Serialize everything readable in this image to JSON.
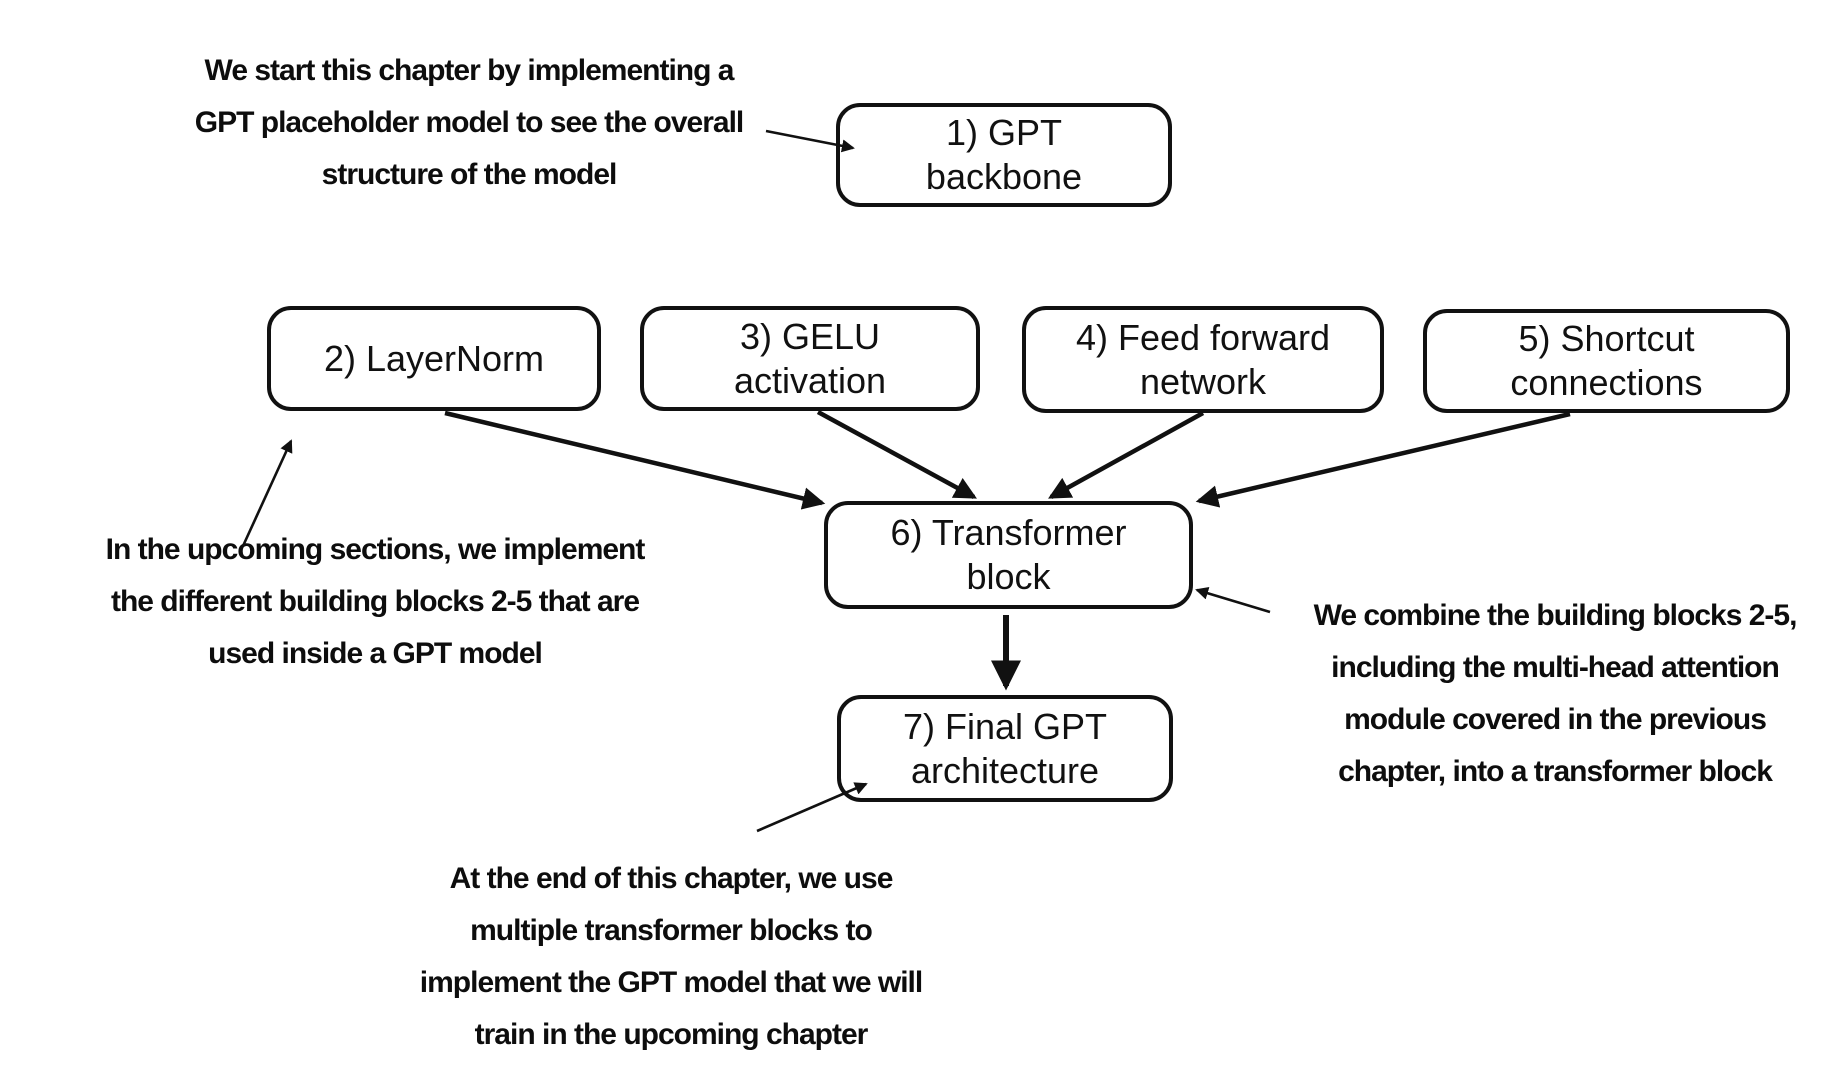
{
  "colors": {
    "background": "#ffffff",
    "line": "#111111",
    "text": "#0d0d0d"
  },
  "boxes": [
    {
      "id": "gpt-backbone",
      "label": "1) GPT\nbackbone"
    },
    {
      "id": "layernorm",
      "label": "2) LayerNorm"
    },
    {
      "id": "gelu-activation",
      "label": "3) GELU\nactivation"
    },
    {
      "id": "feed-forward-network",
      "label": "4) Feed forward\nnetwork"
    },
    {
      "id": "shortcut-connections",
      "label": "5) Shortcut\nconnections"
    },
    {
      "id": "transformer-block",
      "label": "6) Transformer\nblock"
    },
    {
      "id": "final-gpt-architecture",
      "label": "7) Final GPT\narchitecture"
    }
  ],
  "annotations": [
    {
      "id": "gpt-backbone-note",
      "text": "We start this chapter by implementing a\nGPT placeholder model to see the overall\nstructure of the model"
    },
    {
      "id": "building-blocks-note",
      "text": "In the upcoming sections, we implement\nthe different building blocks 2-5 that are\nused inside a GPT model"
    },
    {
      "id": "transformer-block-note",
      "text": "We combine the building blocks 2-5,\nincluding the multi-head attention\nmodule covered in the previous\nchapter, into a transformer block"
    },
    {
      "id": "final-architecture-note",
      "text": "At the end of this chapter, we use\nmultiple transformer blocks to\nimplement the GPT model that we will\ntrain in the upcoming chapter"
    }
  ]
}
